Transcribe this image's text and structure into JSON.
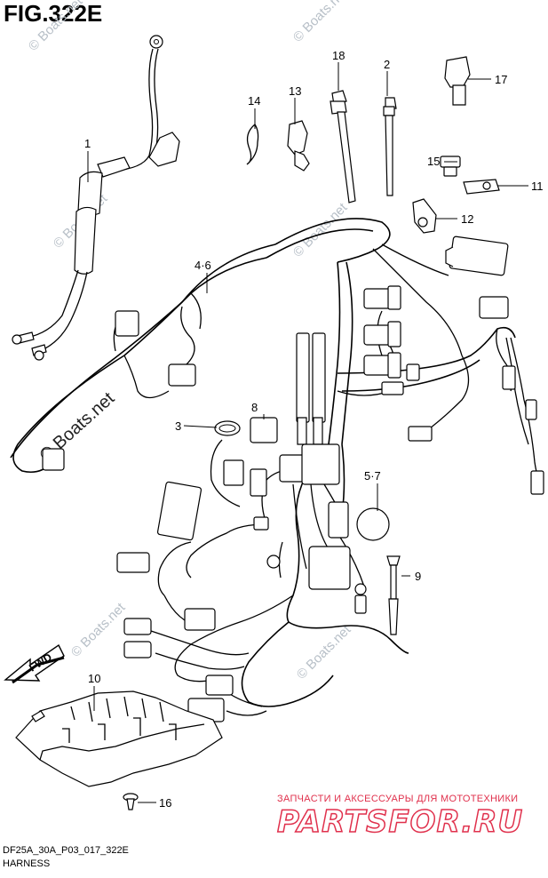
{
  "figure": {
    "title": "FIG.322E",
    "code": "DF25A_30A_P03_017_322E",
    "name": "HARNESS"
  },
  "callouts": [
    "1",
    "2",
    "3",
    "4·6",
    "5·7",
    "8",
    "9",
    "10",
    "11",
    "12",
    "13",
    "14",
    "15",
    "16",
    "17",
    "18"
  ],
  "watermarks": [
    "© Boats.net",
    "© Boats.net",
    "© Boats.net",
    "© Boats.net",
    "© Boats.net",
    "© Boats.net"
  ],
  "fwd_label": "FWD",
  "ad": {
    "text": "ЗАПЧАСТИ И АКСЕССУАРЫ ДЛЯ МОТОТЕХНИКИ",
    "logo": "PARTSFOR.RU",
    "color": "#e0304c"
  }
}
